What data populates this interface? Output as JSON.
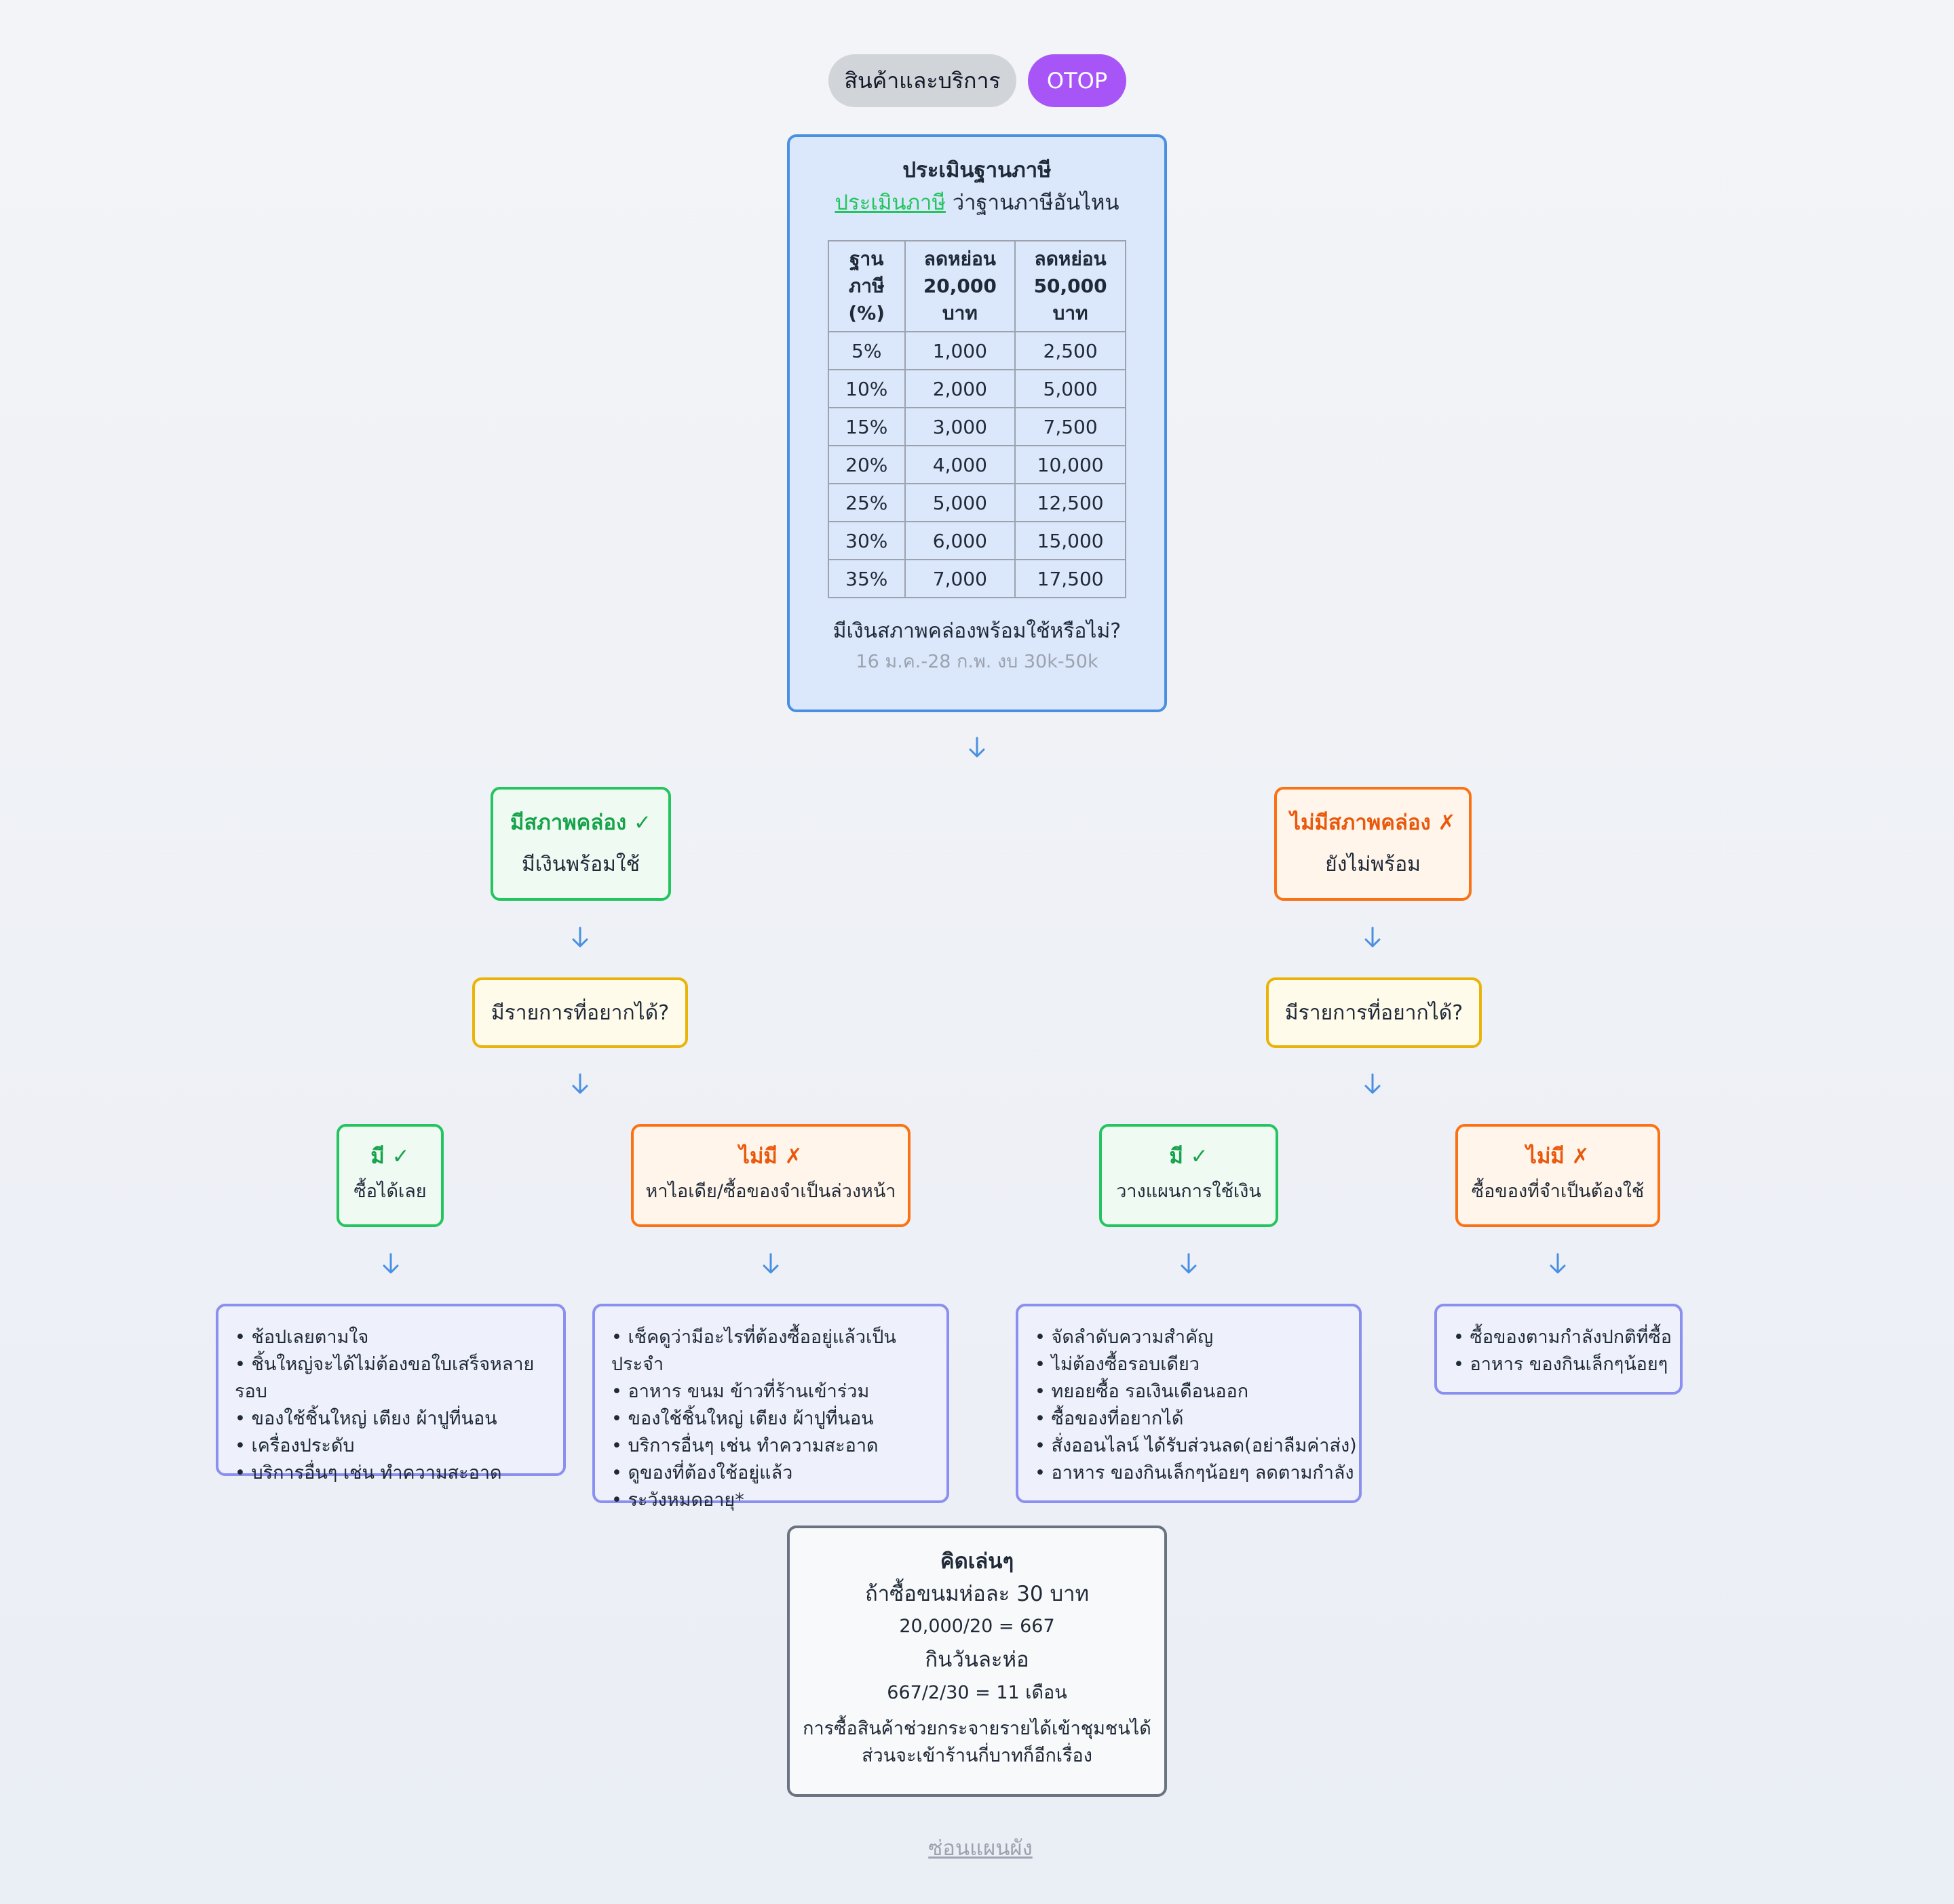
{
  "tabs": [
    {
      "label": "สินค้าและบริการ",
      "active": false
    },
    {
      "label": "OTOP",
      "active": true
    }
  ],
  "assess": {
    "title": "ประเมินฐานภาษี",
    "subtitle_link": "ประเมินภาษี",
    "subtitle_rest": " ว่าฐานภาษีอันไหน",
    "table": {
      "headers": [
        "ฐาน ภาษี (%)",
        "ลดหย่อน 20,000 บาท",
        "ลดหย่อน 50,000 บาท"
      ],
      "rows": [
        [
          "5%",
          "1,000",
          "2,500"
        ],
        [
          "10%",
          "2,000",
          "5,000"
        ],
        [
          "15%",
          "3,000",
          "7,500"
        ],
        [
          "20%",
          "4,000",
          "10,000"
        ],
        [
          "25%",
          "5,000",
          "12,500"
        ],
        [
          "30%",
          "6,000",
          "15,000"
        ],
        [
          "35%",
          "7,000",
          "17,500"
        ]
      ]
    },
    "question": "มีเงินสภาพคล่องพร้อมใช้หรือไม่?",
    "note": "16 ม.ค.-28 ก.พ. งบ 30k-50k"
  },
  "liquid_yes": {
    "title": "มีสภาพคล่อง ✓",
    "desc": "มีเงินพร้อมใช้"
  },
  "liquid_no": {
    "title": "ไม่มีสภาพคล่อง ✗",
    "desc": "ยังไม่พร้อม"
  },
  "want_left": "มีรายการที่อยากได้?",
  "want_right": "มีรายการที่อยากได้?",
  "l_yes": {
    "title": "มี ✓",
    "desc": "ซื้อได้เลย"
  },
  "l_no": {
    "title": "ไม่มี ✗",
    "desc": "หาไอเดีย/ซื้อของจำเป็นล่วงหน้า"
  },
  "r_yes": {
    "title": "มี ✓",
    "desc": "วางแผนการใช้เงิน"
  },
  "r_no": {
    "title": "ไม่มี ✗",
    "desc": "ซื้อของที่จำเป็นต้องใช้"
  },
  "list1": [
    "ช้อปเลยตามใจ",
    "ชิ้นใหญ่จะได้ไม่ต้องขอใบเสร็จหลายรอบ",
    "ของใช้ชิ้นใหญ่ เตียง ผ้าปูที่นอน",
    "เครื่องประดับ",
    "บริการอื่นๆ เช่น ทำความสะอาด"
  ],
  "list2": [
    "เช็คดูว่ามีอะไรที่ต้องซื้ออยู่แล้วเป็นประจำ",
    "อาหาร ขนม ข้าวที่ร้านเข้าร่วม",
    "ของใช้ชิ้นใหญ่ เตียง ผ้าปูที่นอน",
    "บริการอื่นๆ เช่น ทำความสะอาด",
    "ดูของที่ต้องใช้อยู่แล้ว",
    "ระวังหมดอายุ*"
  ],
  "list3": [
    "จัดลำดับความสำคัญ",
    "ไม่ต้องซื้อรอบเดียว",
    "ทยอยซื้อ รอเงินเดือนออก",
    "ซื้อของที่อยากได้",
    "สั่งออนไลน์ ได้รับส่วนลด(อย่าลืมค่าส่ง)",
    "อาหาร ของกินเล็กๆน้อยๆ ลดตามกำลัง"
  ],
  "list4": [
    "ซื้อของตามกำลังปกติที่ซื้อ",
    "อาหาร ของกินเล็กๆน้อยๆ"
  ],
  "calc": {
    "title": "คิดเล่นๆ",
    "line1": "ถ้าซื้อขนมห่อละ 30 บาท",
    "line2": "20,000/20 = 667",
    "line3": "กินวันละห่อ",
    "line4": "667/2/30 = 11 เดือน",
    "line5": "การซื้อสินค้าช่วยกระจายรายได้เข้าชุมชนได้",
    "line6": "ส่วนจะเข้าร้านกี่บาทก็อีกเรื่อง"
  },
  "hide_link": "ซ่อนแผนผัง",
  "colors": {
    "arrow": "#4a90e2",
    "purple": "#a855f7",
    "green": "#22c55e",
    "orange": "#f97316",
    "yellow": "#eab308",
    "indigo": "#8b8ff0"
  }
}
